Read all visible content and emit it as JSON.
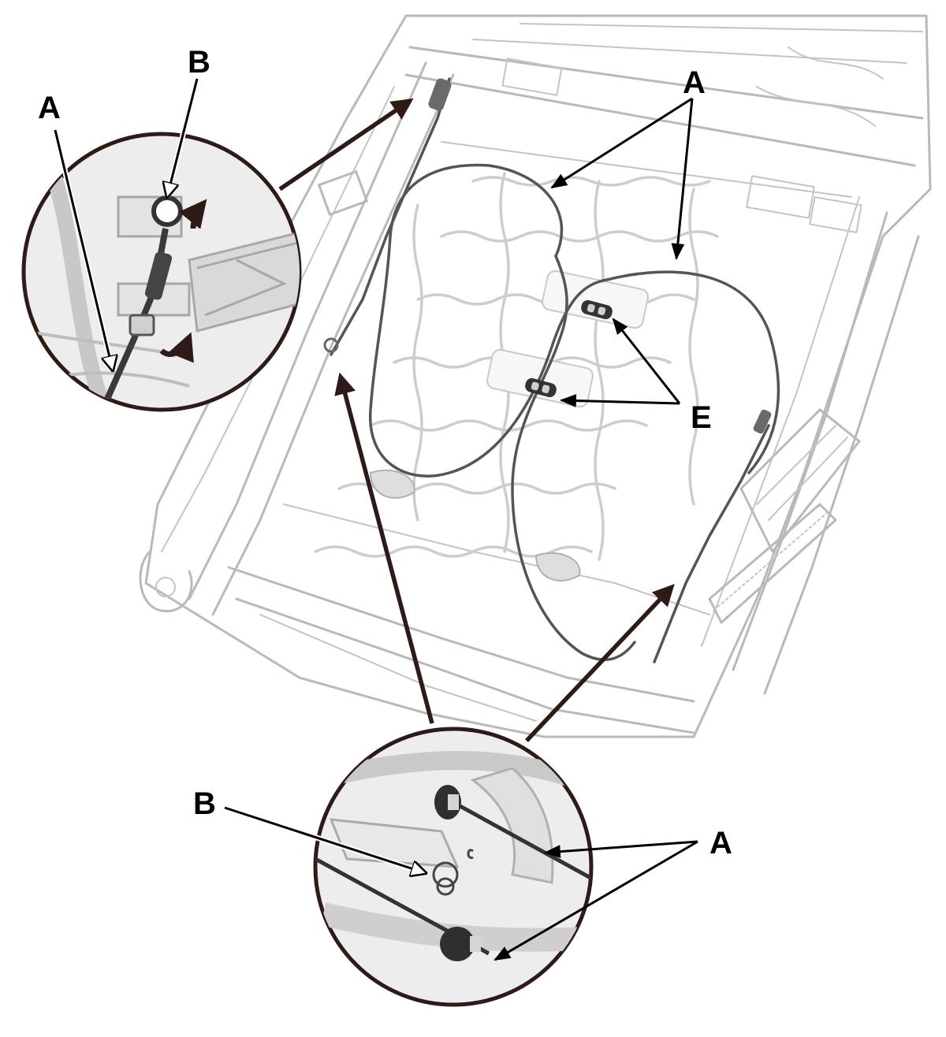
{
  "callouts": {
    "top_left_A": "A",
    "top_left_B": "B",
    "top_right_A": "A",
    "right_E": "E",
    "bottom_B": "B",
    "bottom_A": "A"
  },
  "colors": {
    "detail_ring_outline": "#2e1b18",
    "frame_lines": "#b9b9b9",
    "cable": "#555555",
    "leader_lines": "#000000"
  },
  "icons": {
    "lift_arrow": "curved-arrow-up",
    "rotate_arrow": "curved-arrow-right"
  }
}
